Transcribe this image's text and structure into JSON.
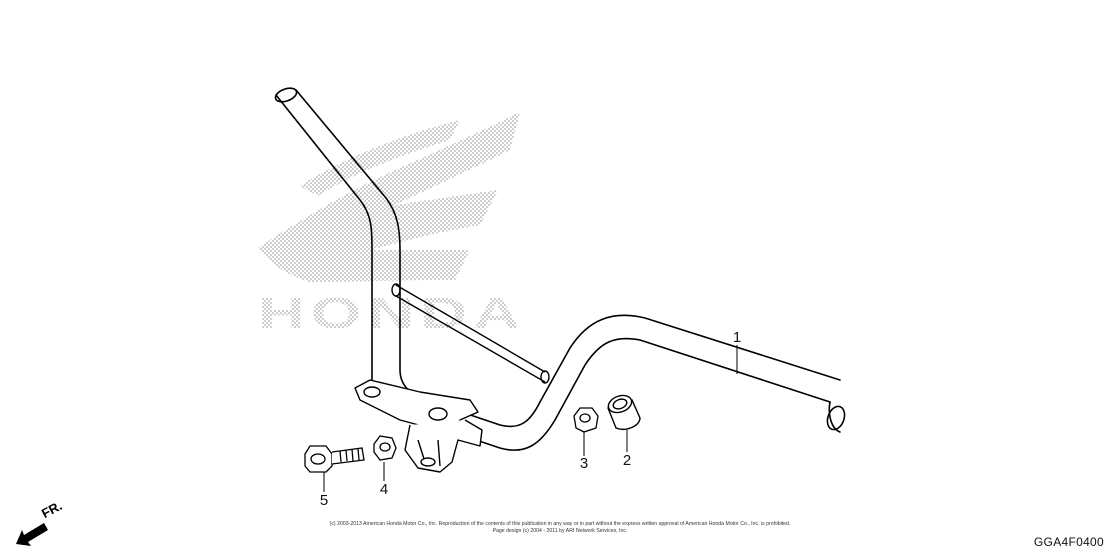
{
  "diagram": {
    "brand_watermark": "HONDA",
    "callouts": [
      {
        "id": "1",
        "label": "1"
      },
      {
        "id": "2",
        "label": "2"
      },
      {
        "id": "3",
        "label": "3"
      },
      {
        "id": "4",
        "label": "4"
      },
      {
        "id": "5",
        "label": "5"
      }
    ],
    "direction_label": "FR.",
    "copyright_line1": "(c) 2003-2013 American Honda Motor Co., Inc. Reproduction of the contents of this publication in any way or in part without the express written approval of American Honda Motor Co., Inc. is prohibited.",
    "copyright_line2": "Page design (c) 2004 - 2011 by ARI Network Services, Inc.",
    "diagram_code": "GGA4F0400",
    "colors": {
      "line": "#000000",
      "watermark": "#8a8a8a",
      "background": "#ffffff"
    }
  }
}
